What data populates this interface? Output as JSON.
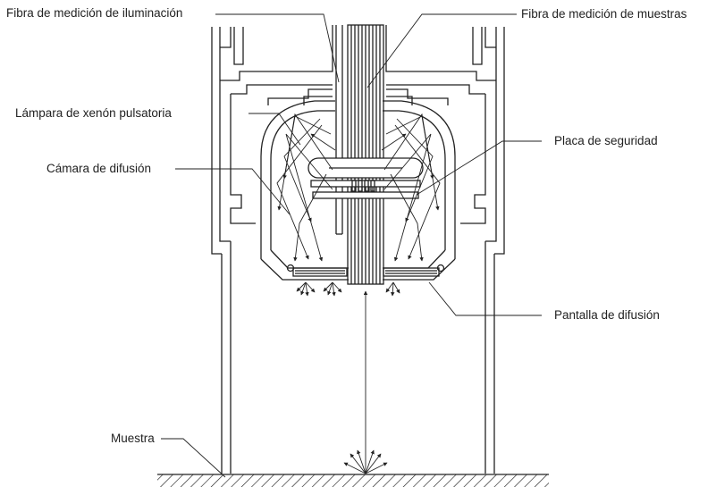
{
  "labels": {
    "illumination_fiber": "Fibra de medición de iluminación",
    "sample_fiber": "Fibra de medición de muestras",
    "xenon_lamp": "Lámpara de xenón pulsatoria",
    "diffusion_chamber": "Cámara de difusión",
    "safety_plate": "Placa de seguridad",
    "diffusion_screen": "Pantalla de difusión",
    "sample": "Muestra"
  },
  "colors": {
    "line": "#222222",
    "background": "#ffffff"
  }
}
